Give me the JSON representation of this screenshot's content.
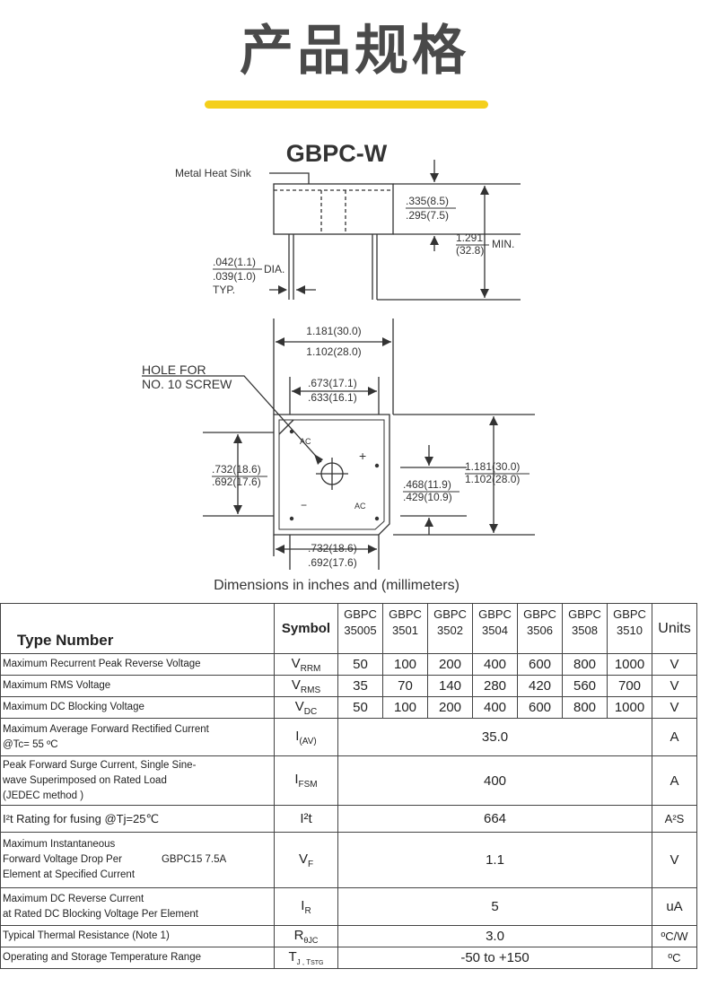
{
  "page": {
    "title": "产品规格",
    "accent_color": "#f4cf1b"
  },
  "drawing": {
    "model": "GBPC-W",
    "heat_sink_label": "Metal Heat Sink",
    "dim_height_max": ".335(8.5)",
    "dim_height_min": ".295(7.5)",
    "dim_lead_max": "1.291",
    "dim_lead_min": "(32.8)",
    "dim_lead_suffix": "MIN.",
    "dim_dia_max": ".042(1.1)",
    "dim_dia_suffix": "DIA.",
    "dim_dia_min": ".039(1.0)",
    "dim_dia_typ": "TYP.",
    "dim_width_max": "1.181(30.0)",
    "dim_width_min": "1.102(28.0)",
    "hole_label_1": "HOLE FOR",
    "hole_label_2": "NO. 10 SCREW",
    "dim_inner_max": ".673(17.1)",
    "dim_inner_min": ".633(16.1)",
    "dim_left_max": ".732(18.6)",
    "dim_left_min": ".692(17.6)",
    "dim_mid_max": ".468(11.9)",
    "dim_mid_min": ".429(10.9)",
    "dim_right_max": "1.181(30.0)",
    "dim_right_min": "1.102(28.0)",
    "dim_bottom_max": ".732(18.6)",
    "dim_bottom_min": ".692(17.6)",
    "pin_ac": "AC",
    "pin_plus": "+",
    "pin_minus": "−",
    "caption": "Dimensions in inches and (millimeters)"
  },
  "table": {
    "type_header": "Type Number",
    "symbol_header": "Symbol",
    "units_header": "Units",
    "models": [
      {
        "top": "GBPC",
        "bottom": "35005"
      },
      {
        "top": "GBPC",
        "bottom": "3501"
      },
      {
        "top": "GBPC",
        "bottom": "3502"
      },
      {
        "top": "GBPC",
        "bottom": "3504"
      },
      {
        "top": "GBPC",
        "bottom": "3506"
      },
      {
        "top": "GBPC",
        "bottom": "3508"
      },
      {
        "top": "GBPC",
        "bottom": "3510"
      }
    ],
    "rows": [
      {
        "param": "Maximum Recurrent Peak Reverse Voltage",
        "sym": "V",
        "sub": "RRM",
        "values": [
          "50",
          "100",
          "200",
          "400",
          "600",
          "800",
          "1000"
        ],
        "unit": "V"
      },
      {
        "param": "Maximum RMS Voltage",
        "sym": "V",
        "sub": "RMS",
        "values": [
          "35",
          "70",
          "140",
          "280",
          "420",
          "560",
          "700"
        ],
        "unit": "V"
      },
      {
        "param": "Maximum DC Blocking Voltage",
        "sym": "V",
        "sub": "DC",
        "values": [
          "50",
          "100",
          "200",
          "400",
          "600",
          "800",
          "1000"
        ],
        "unit": "V"
      },
      {
        "param_1": "Maximum Average Forward  Rectified Current",
        "param_2": "@Tc= 55 ºC",
        "sym": "I",
        "sub": "(AV)",
        "value": "35.0",
        "unit": "A"
      },
      {
        "param_1": "Peak Forward Surge Current,    Single Sine-",
        "param_2": "wave  Superimposed   on   Rated   Load",
        "param_3": "(JEDEC method )",
        "sym": "I",
        "sub": "FSM",
        "value": "400",
        "unit": "A"
      },
      {
        "param": "I²t Rating for fusing  @Tj=25℃",
        "sym": "I²t",
        "value": "664",
        "unit": "A²S"
      },
      {
        "param_1": "Maximum Instantaneous",
        "param_2": "Forward Voltage Drop Per",
        "param_2b": "GBPC15 7.5A",
        "param_3": "Element at Specified Current",
        "sym": "V",
        "sub": "F",
        "value": "1.1",
        "unit": "V"
      },
      {
        "param_1": "Maximum DC Reverse Current",
        "param_2": "at Rated DC Blocking Voltage Per Element",
        "sym": "I",
        "sub": "R",
        "value": "5",
        "unit": "uA"
      },
      {
        "param": "Typical Thermal Resistance (Note 1)",
        "sym": "R",
        "sub": "θJC",
        "value": "3.0",
        "unit": "ºC/W"
      },
      {
        "param": "Operating and Storage Temperature Range",
        "sym": "T",
        "sub": "J , T",
        "sub2": "STG",
        "value": "-50 to +150",
        "unit": "ºC"
      }
    ]
  }
}
